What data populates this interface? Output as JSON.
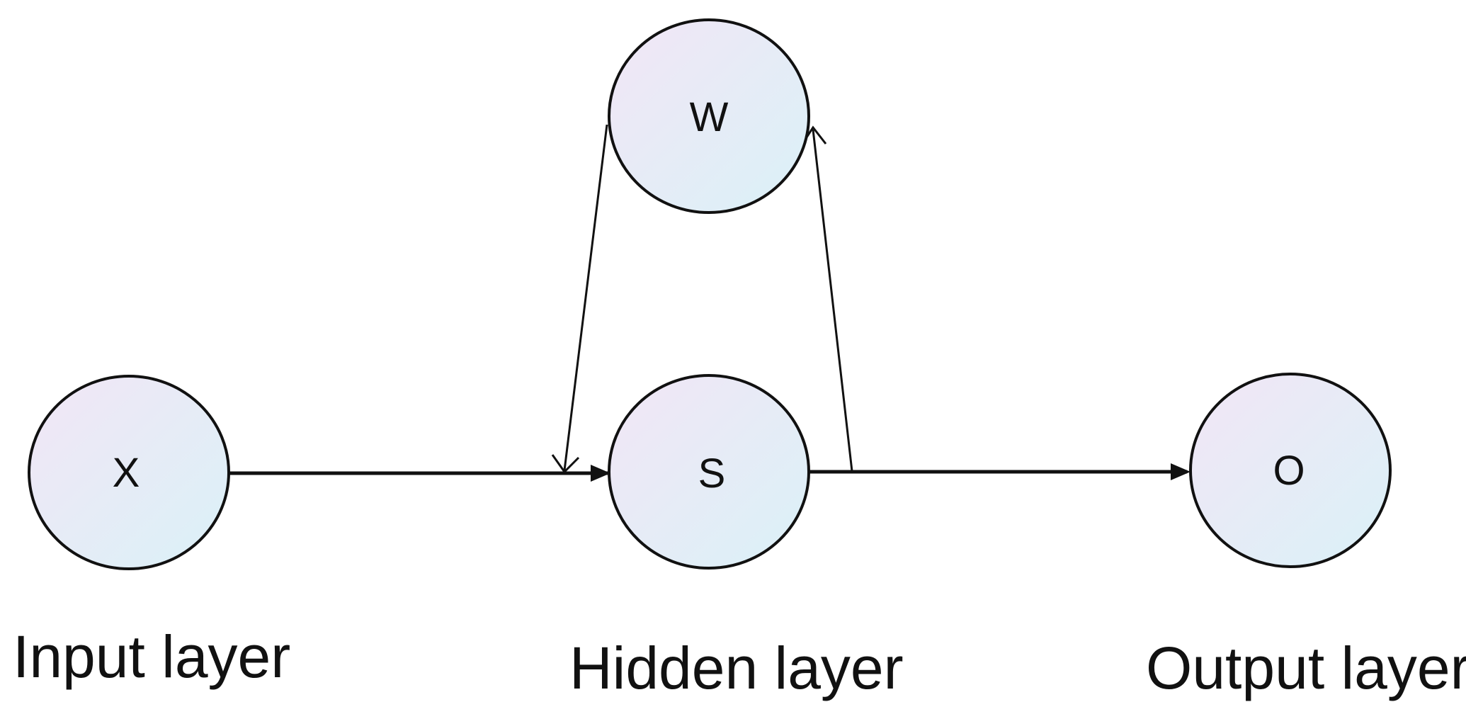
{
  "nodes": {
    "x": {
      "label": "X"
    },
    "w": {
      "label": "W"
    },
    "s": {
      "label": "S"
    },
    "o": {
      "label": "O"
    }
  },
  "layers": {
    "input": "Input layer",
    "hidden": "Hidden layer",
    "output": "Output layer"
  },
  "colors": {
    "stroke": "#111111",
    "node_fill_start": "#f2e6f6",
    "node_fill_end": "#daf1f7",
    "background": "#ffffff"
  }
}
